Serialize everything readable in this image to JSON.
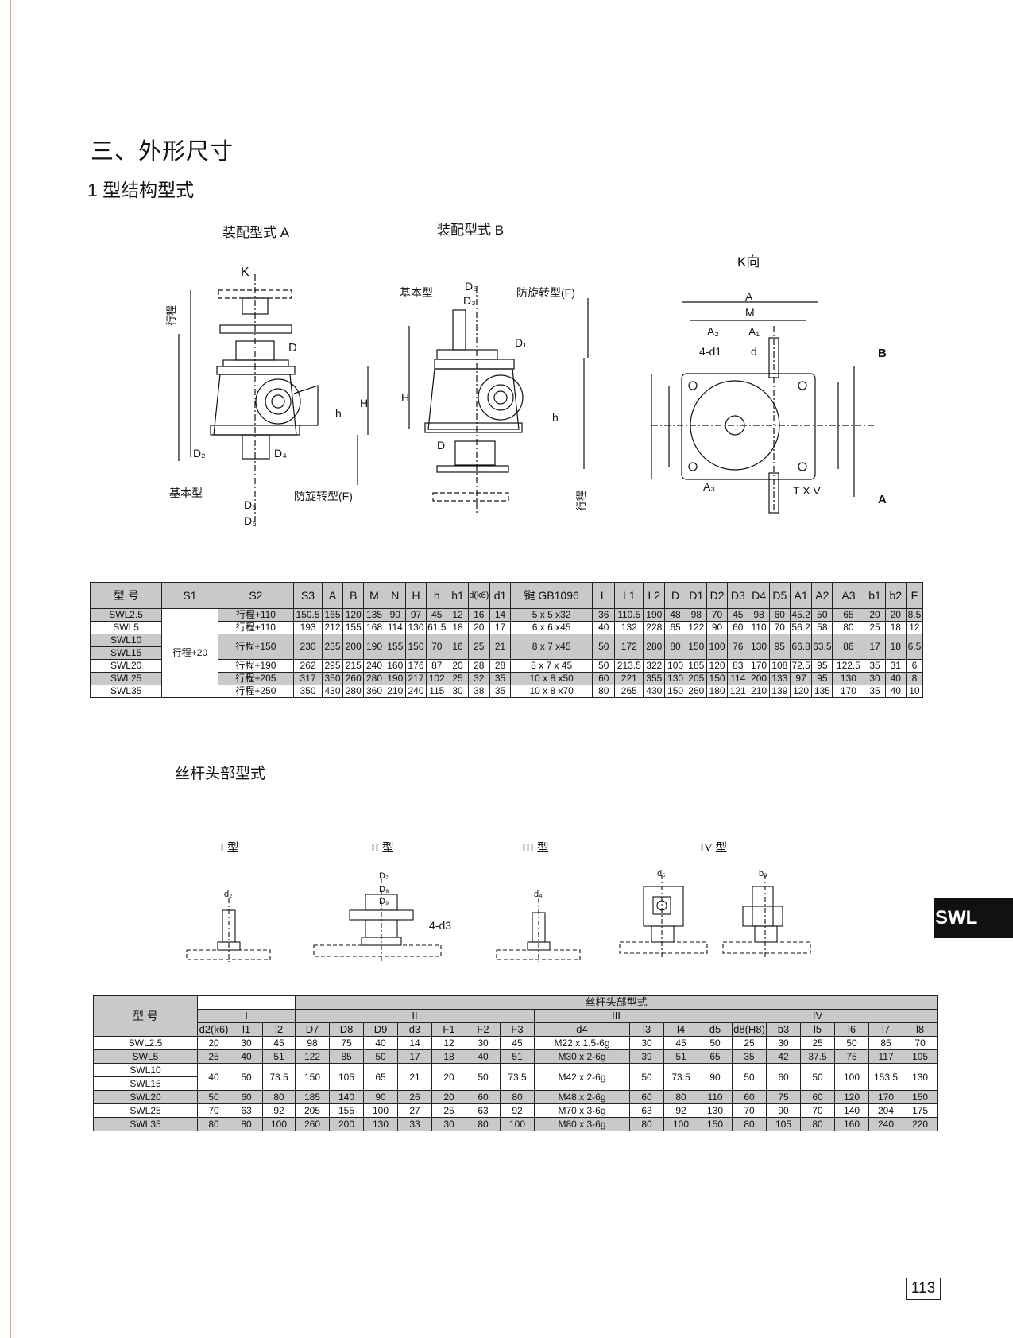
{
  "heading": "三、外形尺寸",
  "subheading": "1 型结构型式",
  "figures": {
    "assembly_a": "装配型式 A",
    "assembly_b": "装配型式 B",
    "k_view": "K向",
    "label_k": "K",
    "label_stroke": "行程",
    "label_basic": "基本型",
    "label_anti": "防旋转型(F)",
    "label_txv": "T X V",
    "label_4d1": "4-d1",
    "label_4d3": "4-d3"
  },
  "table1": {
    "headers": [
      "型 号",
      "S1",
      "S2",
      "S3",
      "A",
      "B",
      "M",
      "N",
      "H",
      "h",
      "h1",
      "d(k6)",
      "d1",
      "键 GB1096",
      "L",
      "L1",
      "L2",
      "D",
      "D1",
      "D2",
      "D3",
      "D4",
      "D5",
      "A1",
      "A2",
      "A3",
      "b1",
      "b2",
      "F"
    ],
    "s1_value": "行程+20",
    "rows": [
      {
        "model": "SWL2.5",
        "cells": [
          "行程+110",
          "150.5",
          "165",
          "120",
          "135",
          "90",
          "97",
          "45",
          "12",
          "16",
          "14",
          "5 x 5 x32",
          "36",
          "110.5",
          "190",
          "48",
          "98",
          "70",
          "45",
          "98",
          "60",
          "45.2",
          "50",
          "65",
          "20",
          "20",
          "8.5"
        ]
      },
      {
        "model": "SWL5",
        "cells": [
          "行程+110",
          "193",
          "212",
          "155",
          "168",
          "114",
          "130",
          "61.5",
          "18",
          "20",
          "17",
          "6 x 6 x45",
          "40",
          "132",
          "228",
          "65",
          "122",
          "90",
          "60",
          "110",
          "70",
          "56.2",
          "58",
          "80",
          "25",
          "18",
          "12"
        ]
      },
      {
        "model": "SWL10",
        "model2": "SWL15",
        "cells": [
          "行程+150",
          "230",
          "235",
          "200",
          "190",
          "155",
          "150",
          "70",
          "16",
          "25",
          "21",
          "8 x 7 x45",
          "50",
          "172",
          "280",
          "80",
          "150",
          "100",
          "76",
          "130",
          "95",
          "66.8",
          "63.5",
          "86",
          "17",
          "18",
          "6.5"
        ]
      },
      {
        "model": "SWL20",
        "cells": [
          "行程+190",
          "262",
          "295",
          "215",
          "240",
          "160",
          "176",
          "87",
          "20",
          "28",
          "28",
          "8 x 7 x 45",
          "50",
          "213.5",
          "322",
          "100",
          "185",
          "120",
          "83",
          "170",
          "108",
          "72.5",
          "95",
          "122.5",
          "35",
          "31",
          "6"
        ]
      },
      {
        "model": "SWL25",
        "cells": [
          "行程+205",
          "317",
          "350",
          "260",
          "280",
          "190",
          "217",
          "102",
          "25",
          "32",
          "35",
          "10 x 8 x50",
          "60",
          "221",
          "355",
          "130",
          "205",
          "150",
          "114",
          "200",
          "133",
          "97",
          "95",
          "130",
          "30",
          "40",
          "8"
        ]
      },
      {
        "model": "SWL35",
        "cells": [
          "行程+250",
          "350",
          "430",
          "280",
          "360",
          "210",
          "240",
          "115",
          "30",
          "38",
          "35",
          "10 x 8 x70",
          "80",
          "265",
          "430",
          "150",
          "260",
          "180",
          "121",
          "210",
          "139",
          "120",
          "135",
          "170",
          "35",
          "40",
          "10"
        ]
      }
    ]
  },
  "screw_section_title": "丝杆头部型式",
  "screw_types": [
    "I 型",
    "II 型",
    "III 型",
    "IV 型"
  ],
  "table2": {
    "model_header": "型 号",
    "group_header": "丝杆头部型式",
    "groups": [
      "I",
      "II",
      "III",
      "IV"
    ],
    "subheaders": [
      "d2(k6)",
      "l1",
      "l2",
      "D7",
      "D8",
      "D9",
      "d3",
      "F1",
      "F2",
      "F3",
      "d4",
      "l3",
      "l4",
      "d5",
      "d8(H8)",
      "b3",
      "l5",
      "l6",
      "l7",
      "l8"
    ],
    "rows": [
      {
        "model": "SWL2.5",
        "cells": [
          "20",
          "30",
          "45",
          "98",
          "75",
          "40",
          "14",
          "12",
          "30",
          "45",
          "M22 x 1.5-6g",
          "30",
          "45",
          "50",
          "25",
          "30",
          "25",
          "50",
          "85",
          "70"
        ]
      },
      {
        "model": "SWL5",
        "cells": [
          "25",
          "40",
          "51",
          "122",
          "85",
          "50",
          "17",
          "18",
          "40",
          "51",
          "M30 x 2-6g",
          "39",
          "51",
          "65",
          "35",
          "42",
          "37.5",
          "75",
          "117",
          "105"
        ]
      },
      {
        "model": "SWL10",
        "model2": "SWL15",
        "cells": [
          "40",
          "50",
          "73.5",
          "150",
          "105",
          "65",
          "21",
          "20",
          "50",
          "73.5",
          "M42 x 2-6g",
          "50",
          "73.5",
          "90",
          "50",
          "60",
          "50",
          "100",
          "153.5",
          "130"
        ]
      },
      {
        "model": "SWL20",
        "cells": [
          "50",
          "60",
          "80",
          "185",
          "140",
          "90",
          "26",
          "20",
          "60",
          "80",
          "M48 x 2-6g",
          "60",
          "80",
          "110",
          "60",
          "75",
          "60",
          "120",
          "170",
          "150"
        ]
      },
      {
        "model": "SWL25",
        "cells": [
          "70",
          "63",
          "92",
          "205",
          "155",
          "100",
          "27",
          "25",
          "63",
          "92",
          "M70 x 3-6g",
          "63",
          "92",
          "130",
          "70",
          "90",
          "70",
          "140",
          "204",
          "175"
        ]
      },
      {
        "model": "SWL35",
        "cells": [
          "80",
          "80",
          "100",
          "260",
          "200",
          "130",
          "33",
          "30",
          "80",
          "100",
          "M80 x 3-6g",
          "80",
          "100",
          "150",
          "80",
          "105",
          "80",
          "160",
          "240",
          "220"
        ]
      }
    ]
  },
  "side_tab": "SWL",
  "page_number": "113"
}
